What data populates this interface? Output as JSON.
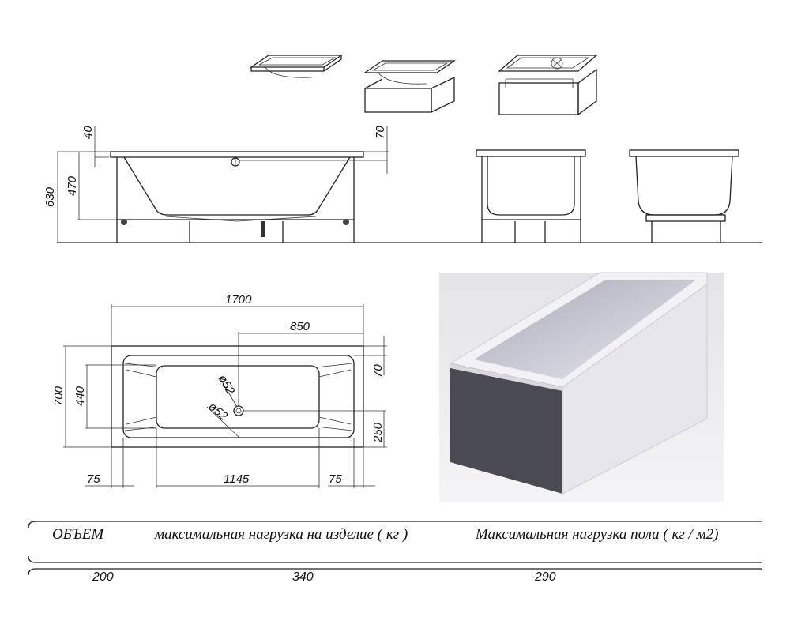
{
  "side_view_dims": {
    "total_height": "630",
    "bowl_depth": "470",
    "rim_thickness": "40",
    "overflow_offset": "70"
  },
  "plan_view_dims": {
    "length": "1700",
    "drain_offset": "850",
    "width": "700",
    "inner_width": "440",
    "overflow_top": "70",
    "drain_side": "250",
    "margin_left": "75",
    "bowl_length": "1145",
    "margin_right": "75",
    "overflow_diameter": "ø52",
    "drain_diameter": "ø52"
  },
  "specs_table": {
    "headers": [
      "ОБЪЕМ",
      "максимальная нагрузка на изделие ( кг )",
      "Максимальная нагрузка пола ( кг / м2)"
    ],
    "values": [
      "200",
      "340",
      "290"
    ]
  }
}
